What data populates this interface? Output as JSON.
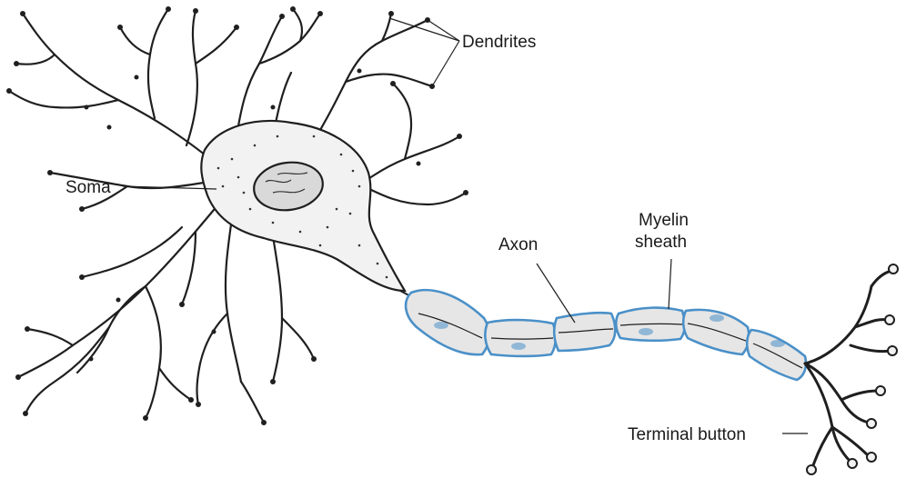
{
  "labels": {
    "dendrites": "Dendrites",
    "soma": "Soma",
    "axon": "Axon",
    "myelin_line1": "Myelin",
    "myelin_line2": "sheath",
    "terminal": "Terminal button"
  },
  "colors": {
    "ink": "#1f1f1f",
    "myelin_stroke": "#4a90c8",
    "myelin_fill": "#e6e6e6",
    "soma_fill": "#f2f2f2"
  }
}
